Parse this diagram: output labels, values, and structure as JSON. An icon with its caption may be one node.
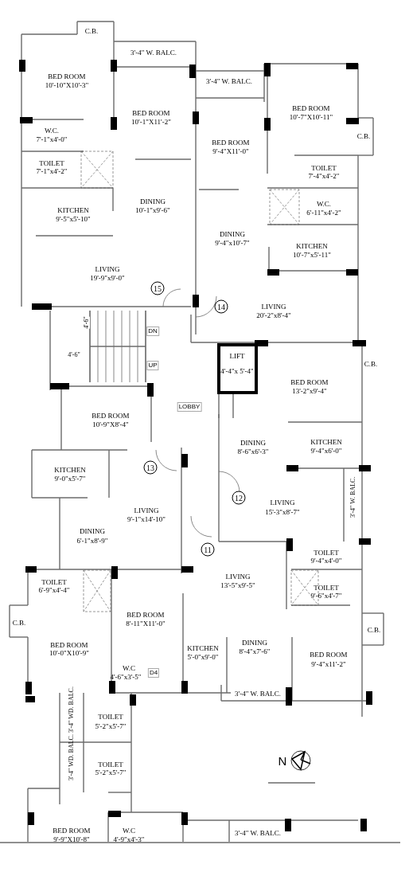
{
  "diagram": {
    "labels": [
      "C.B.",
      "3'-4\" W. BALC.",
      "BED ROOM",
      "10'-10\"X10'-3\"",
      "3'-4\" W. BALC.",
      "BED ROOM",
      "10'-1\"X11'-2\"",
      "BED ROOM",
      "10'-7\"X10'-11\"",
      "C.B.",
      "W.C.",
      "7'-1\"x4'-0\"",
      "BED ROOM",
      "9'-4\"X11'-0\"",
      "TOILET",
      "7'-1\"x4'-2\"",
      "TOILET",
      "7'-4\"x4'-2\"",
      "DINING",
      "10'-1\"x9'-6\"",
      "KITCHEN",
      "9'-5\"x5'-10\"",
      "W.C.",
      "6'-11\"x4'-2\"",
      "DINING",
      "9'-4\"x10'-7\"",
      "KITCHEN",
      "10'-7\"x5'-11\"",
      "LIVING",
      "19'-9\"x9'-0\"",
      "15",
      "14",
      "LIVING",
      "20'-2\"x8'-4\"",
      "4'-6\"",
      "DN",
      "4'-6\"",
      "UP",
      "LIFT",
      "4'-4\"x 5'-4\"",
      "C.B.",
      "BED ROOM",
      "13'-2\"x9'-4\"",
      "LOBBY",
      "BED ROOM",
      "10'-9\"X8'-4\"",
      "DINING",
      "8'-6\"x6'-3\"",
      "KITCHEN",
      "9'-4\"x6'-0\"",
      "13",
      "KITCHEN",
      "9'-0\"x5'-7\"",
      "12",
      "LIVING",
      "15'-3\"x8'-7\"",
      "3'-4\" W. BALC.",
      "LIVING",
      "9'-1\"x14'-10\"",
      "DINING",
      "6'-1\"x8'-9\"",
      "11",
      "TOILET",
      "9'-4\"x4'-0\"",
      "LIVING",
      "13'-5\"x9'-5\"",
      "TOILET",
      "6'-9\"x4'-4\"",
      "TOILET",
      "9'-6\"x4'-7\"",
      "BED ROOM",
      "8'-11\"X11'-0\"",
      "C.B.",
      "C.B.",
      "BED ROOM",
      "10'-0\"X10'-9\"",
      "DINING",
      "8'-4\"x7'-6\"",
      "KITCHEN",
      "5'-0\"x9'-0\"",
      "BED ROOM",
      "9'-4\"x11'-2\"",
      "W.C",
      "4'-6\"x3'-5\"",
      "D4",
      "3'-4\" W. BALC.",
      "TOILET",
      "5'-2\"x5'-7\"",
      "3'-4\" WD. BALC.",
      "TOILET",
      "5'-2\"x5'-7\"",
      "3'-4\" WD. BALC.",
      "N",
      "BED ROOM",
      "9'-9\"X10'-8\"",
      "W.C",
      "4'-9\"x4'-3\"",
      "3'-4\" W. BALC."
    ]
  }
}
